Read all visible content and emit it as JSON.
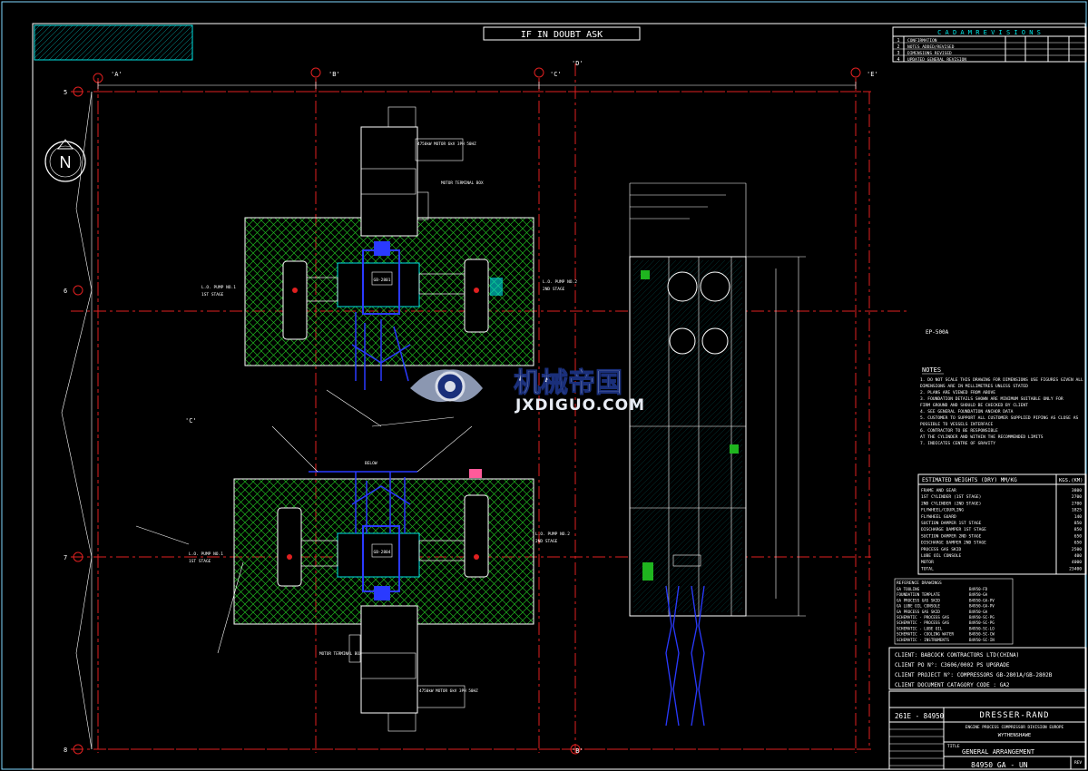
{
  "banner": "IF IN DOUBT ASK",
  "revisions": {
    "title": "C A D A M   R E V I S I O N S",
    "rows": [
      {
        "no": "1",
        "text": "CONFIRMATION"
      },
      {
        "no": "2",
        "text": "NOTES ADDED/REVISED"
      },
      {
        "no": "3",
        "text": "DIMENSIONS REVISED"
      },
      {
        "no": "4",
        "text": "UPDATED GENERAL REVISION"
      }
    ]
  },
  "grid_labels": {
    "top": [
      "'A'",
      "'B'",
      "'C'",
      "'D'",
      "'E'"
    ],
    "side": [
      "5",
      "6",
      "7",
      "8"
    ],
    "mid": [
      "'C'",
      "'B'"
    ]
  },
  "north": "N",
  "motor_top": "4750kW MOTOR 6kV 3PH 50HZ",
  "motor_bottom": "4750kW MOTOR 6kV 3PH 50HZ",
  "motor_terminal": "MOTOR TERMINAL BOX",
  "gearbox_top": "GB-2801",
  "gearbox_bottom": "GB-2804",
  "lube_pump_left": "L.O. PUMP NO.1",
  "lube_pump_right": "L.O. PUMP NO.2",
  "stage1": "1ST STAGE",
  "stage2": "2ND STAGE",
  "below": "BELOW",
  "notes": {
    "heading": "NOTES",
    "lines": [
      "1. DO NOT SCALE THIS DRAWING FOR DIMENSIONS USE FIGURES GIVEN ALL",
      "   DIMENSIONS ARE IN MILLIMETRES UNLESS STATED",
      "2. PLANS ARE VIEWED FROM ABOVE",
      "3. FOUNDATION DETAILS SHOWN ARE MINIMUM SUITABLE ONLY FOR",
      "   FIRM GROUND AND SHOULD BE CHECKED BY CLIENT",
      "4. SEE GENERAL FOUNDATION ANCHOR DATA",
      "5. CUSTOMER TO SUPPORT ALL CUSTOMER SUPPLIED PIPING AS CLOSE AS",
      "   POSSIBLE TO VESSELS INTERFACE",
      "6. CONTRACTOR TO BE RESPONSIBLE",
      "   AT THE CYLINDER AND WITHIN THE RECOMMENDED LIMITS",
      "7. INDICATES CENTRE OF GRAVITY"
    ],
    "ep": "EP-500A"
  },
  "weights": {
    "heading": "ESTIMATED WEIGHTS (DRY) MM/KG",
    "unit": "KGS.(KM)",
    "rows": [
      {
        "item": "FRAME AND GEAR",
        "value": "3800"
      },
      {
        "item": "1ST CYLINDER (1ST STAGE)",
        "value": "2700"
      },
      {
        "item": "2ND CYLINDER (2ND STAGE)",
        "value": "2700"
      },
      {
        "item": "FLYWHEEL/COUPLING",
        "value": "1825"
      },
      {
        "item": "FLYWHEEL GUARD",
        "value": "140"
      },
      {
        "item": "SUCTION DAMPER 1ST STAGE",
        "value": "850"
      },
      {
        "item": "DISCHARGE DAMPER 1ST STAGE",
        "value": "850"
      },
      {
        "item": "SUCTION DAMPER 2ND STAGE",
        "value": "650"
      },
      {
        "item": "DISCHARGE DAMPER 2ND STAGE",
        "value": "650"
      },
      {
        "item": "PROCESS GAS SKID",
        "value": "2500"
      },
      {
        "item": "LUBE OIL CONSOLE",
        "value": "400"
      },
      {
        "item": "MOTOR",
        "value": "4000"
      },
      {
        "item": "TOTAL",
        "value": "23400"
      }
    ]
  },
  "references": {
    "heading": "REFERENCE DRAWINGS",
    "rows": [
      {
        "name": "GA TOOLING",
        "code": "B4950-FD"
      },
      {
        "name": "FOUNDATION TEMPLATE",
        "code": "B4950-GA"
      },
      {
        "name": "GA PROCESS GAS SKID",
        "code": "B4950-GA-PV"
      },
      {
        "name": "GA LUBE OIL CONSOLE",
        "code": "B4950-GA-PV"
      },
      {
        "name": "GA PROCESS GAS SKID",
        "code": "B4950-GA"
      },
      {
        "name": "SCHEMATIC - PROCESS GAS",
        "code": "B4950-SC-PG"
      },
      {
        "name": "SCHEMATIC - PROCESS GAS",
        "code": "B4950-SC-PG"
      },
      {
        "name": "SCHEMATIC - LUBE OIL",
        "code": "B4950-SC-LO"
      },
      {
        "name": "SCHEMATIC - COOLING WATER",
        "code": "B4950-SC-CW"
      },
      {
        "name": "SCHEMATIC - INSTRUMENTS",
        "code": "B4950-SC-IN"
      }
    ]
  },
  "client": {
    "client": "CLIENT:  BABCOCK CONTRACTORS LTD(CHINA)",
    "po": "CLIENT PO N°:  C3606/0002 PS UPGRADE",
    "project": "CLIENT PROJECT N°: COMPRESSORS GB-2801A/GB-2802B",
    "doc": "CLIENT DOCUMENT CATAGORY CODE : GA2"
  },
  "title_block": {
    "company": "DRESSER-RAND",
    "division": "ENGINE PROCESS COMPRESSOR DIVISION EUROPE",
    "sub": "WYTHENSHAWE",
    "job": "261E - 84950",
    "title_label": "TITLE",
    "title": "GENERAL ARRANGEMENT",
    "drawing_no": "84950 GA - UN",
    "rev_label": "REV"
  },
  "watermark": {
    "cn": "机械帝国",
    "en": "JXDIGUO.COM"
  },
  "colors": {
    "border": "#ffffff",
    "grid": "#e02020",
    "equipment": "#00e5e5",
    "hatch": "#1fb51f",
    "component": "#2a3aff",
    "text": "#ffffff",
    "dim": "#ffffff"
  }
}
